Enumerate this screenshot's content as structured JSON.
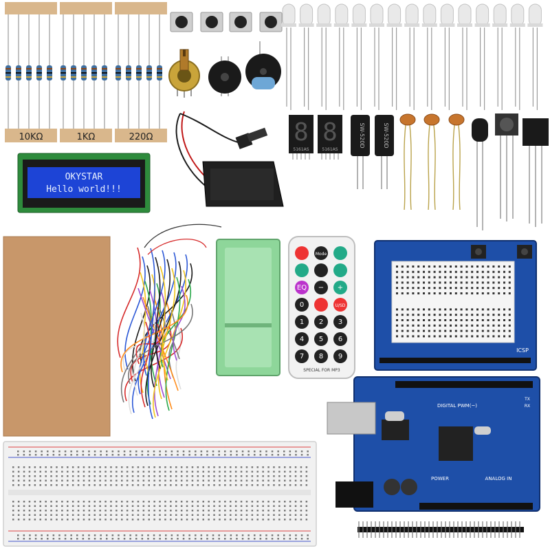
{
  "resistors": {
    "labels": [
      "10KΩ",
      "1KΩ",
      "220Ω"
    ]
  },
  "lcd": {
    "line1": "OKYSTAR",
    "line2": "Hello world!!!",
    "color": "#1d44d6"
  },
  "remote": {
    "buttons": [
      "",
      "Mode",
      "",
      "",
      "",
      "",
      "EQ",
      "−",
      "+",
      "0",
      "",
      "U/SD",
      "1",
      "2",
      "3",
      "4",
      "5",
      "6",
      "7",
      "8",
      "9"
    ],
    "footer": "SPECIAL FOR MP3"
  },
  "seven_segment": {
    "digit": "8",
    "part_label": "5161AS"
  },
  "tilt_switch": {
    "label": "SW-520D"
  },
  "shield": {
    "label": "ICSP"
  },
  "arduino": {
    "labels": {
      "digital": "DIGITAL PWM(~)",
      "power": "POWER",
      "analog": "ANALOG IN",
      "tx": "TX",
      "rx": "RX"
    }
  },
  "colors": {
    "board_blue": "#1e4fa8",
    "green_box": "#8ed69a",
    "cardboard": "#c8976a",
    "resistor_tape": "#d9b78c"
  }
}
